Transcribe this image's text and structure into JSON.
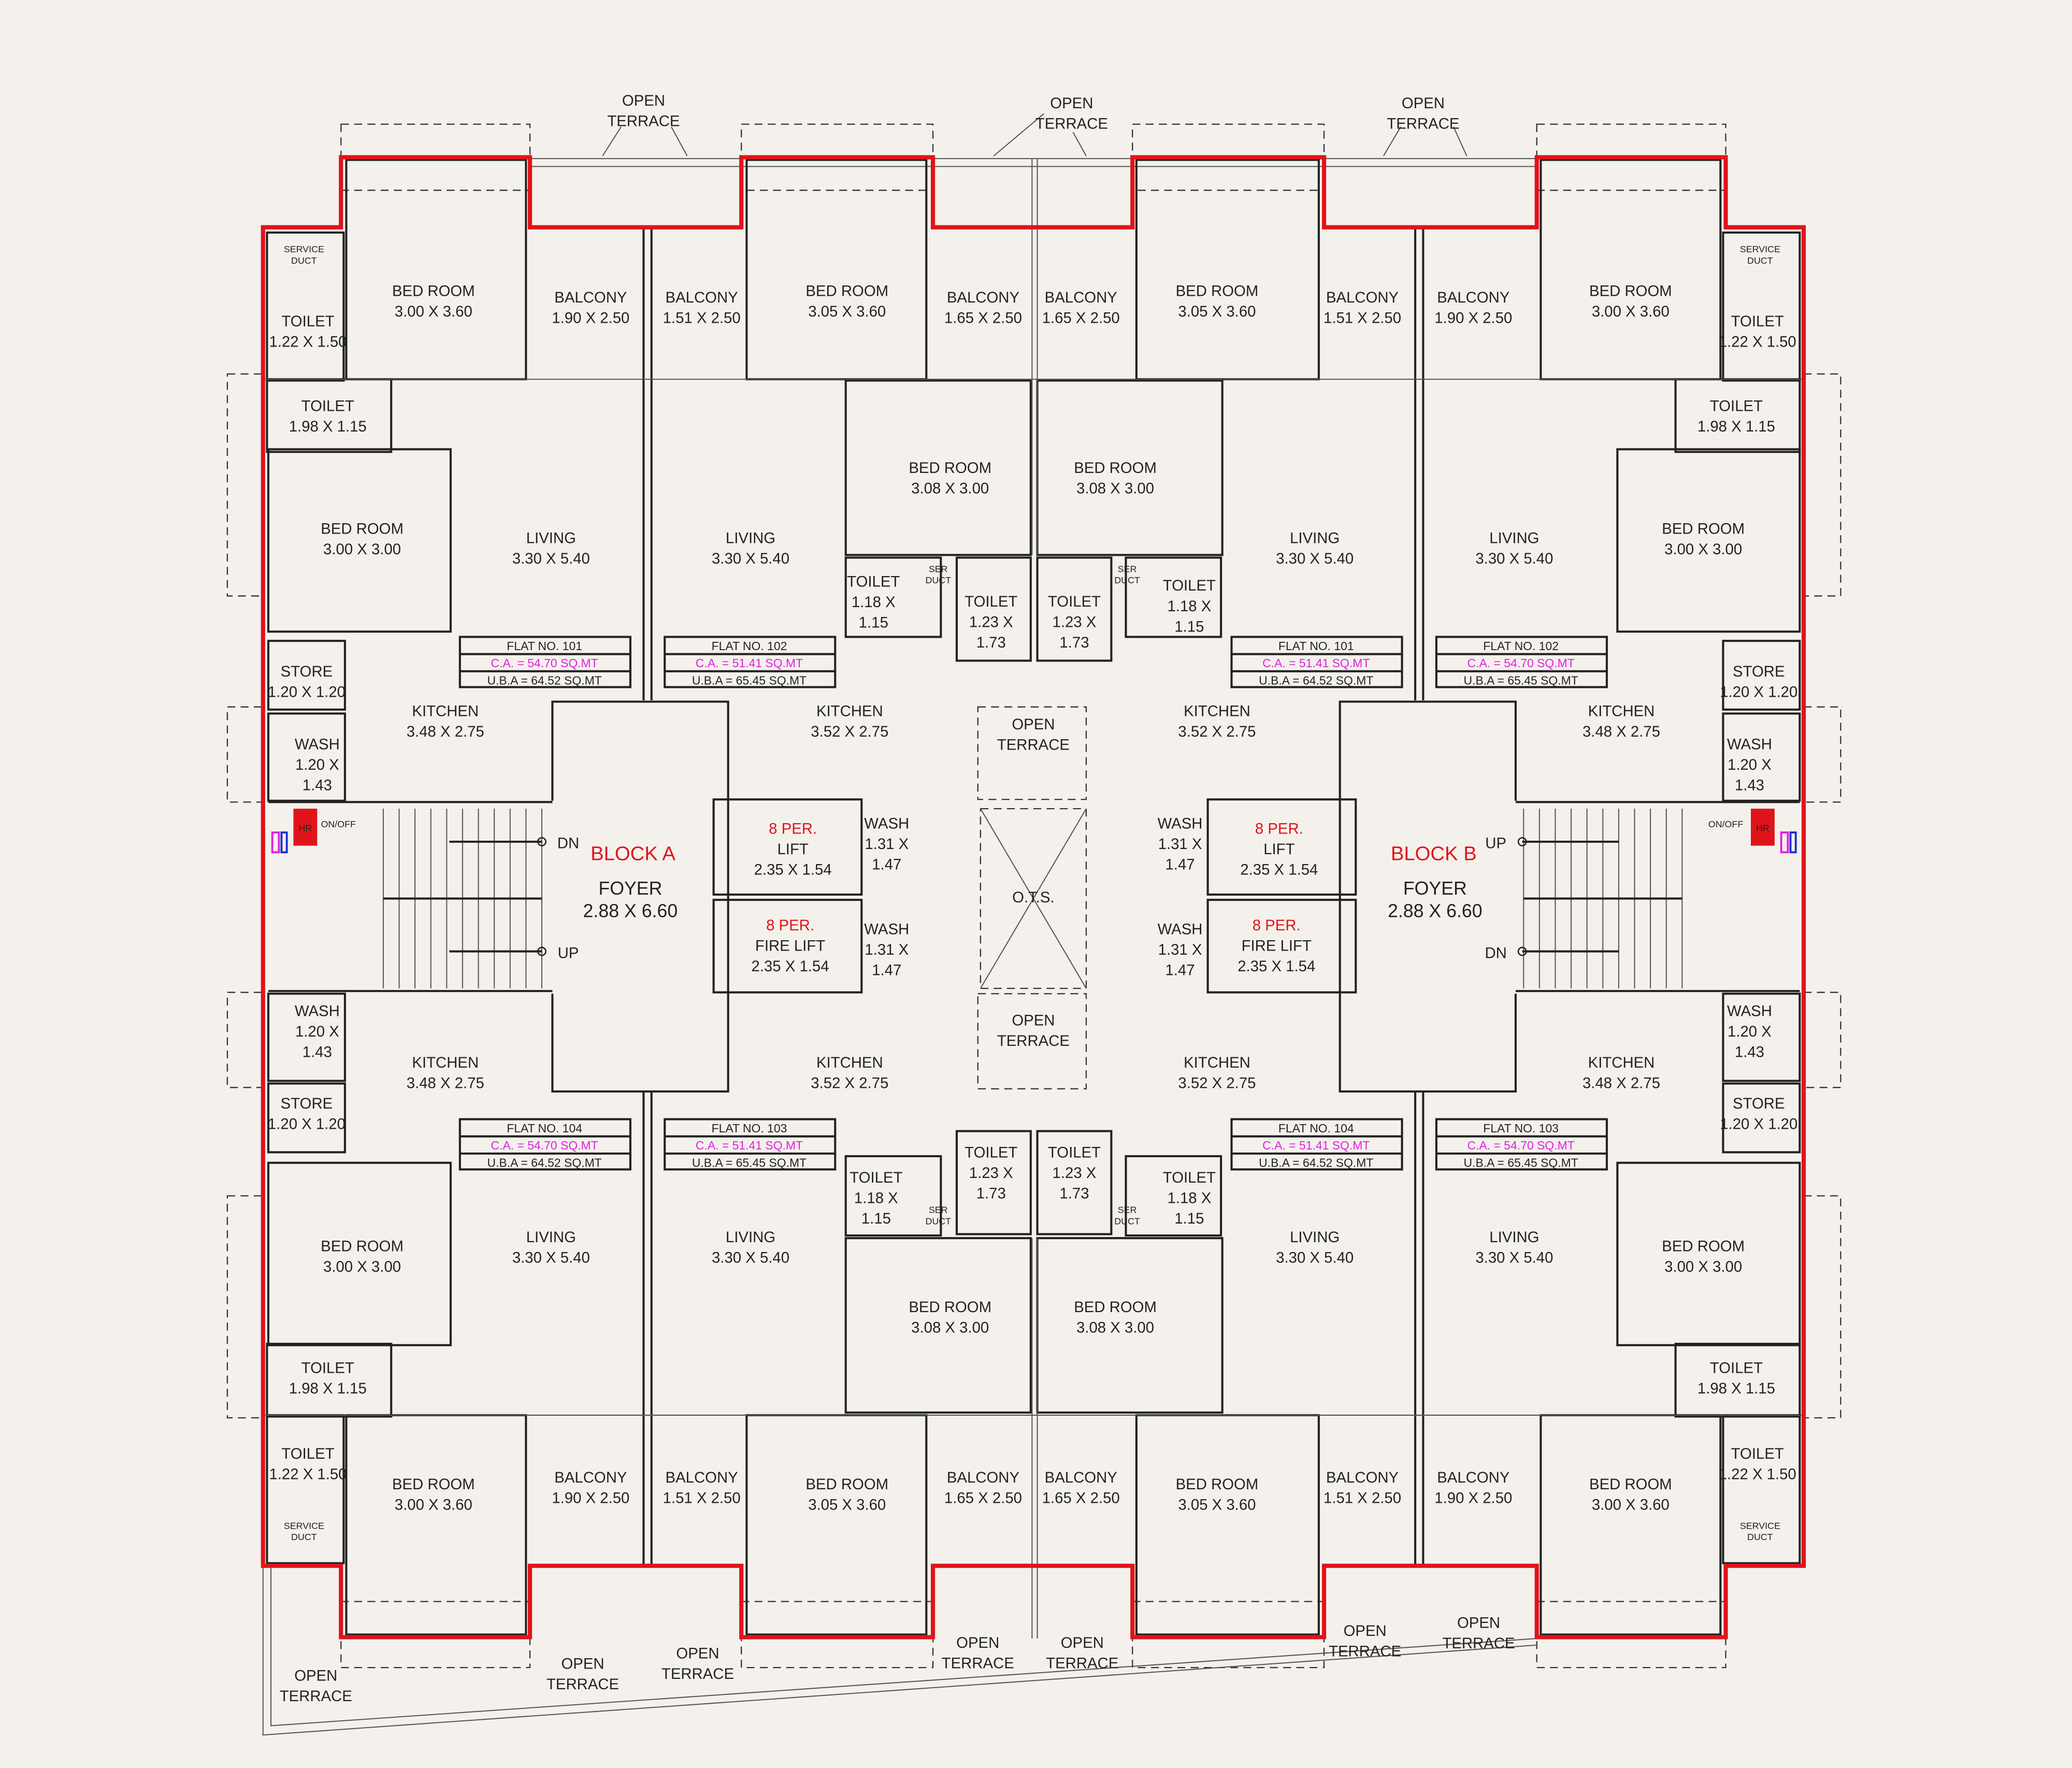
{
  "colors": {
    "outline": "#e0141b",
    "carpet_area": "#e020e0",
    "wall": "#222222",
    "background": "#f4f1ec"
  },
  "blocks": [
    {
      "name": "BLOCK A",
      "foyer": [
        "FOYER",
        "2.88 X 6.60"
      ],
      "stair_top": "DN",
      "stair_bottom": "UP",
      "switch": "ON/OFF",
      "hose_reel": "HR"
    },
    {
      "name": "BLOCK B",
      "foyer": [
        "FOYER",
        "2.88 X 6.60"
      ],
      "stair_top": "UP",
      "stair_bottom": "DN",
      "switch": "ON/OFF",
      "hose_reel": "HR"
    }
  ],
  "flats": [
    {
      "no": "FLAT NO. 101",
      "ca": "C.A.  = 54.70  SQ.MT",
      "uba": "U.B.A = 64.52  SQ.MT"
    },
    {
      "no": "FLAT NO. 102",
      "ca": "C.A.  = 51.41  SQ.MT",
      "uba": "U.B.A = 65.45 SQ.MT"
    },
    {
      "no": "FLAT NO. 101",
      "ca": "C.A.  = 51.41  SQ.MT",
      "uba": "U.B.A = 64.52  SQ.MT"
    },
    {
      "no": "FLAT NO. 102",
      "ca": "C.A.  = 54.70  SQ.MT",
      "uba": "U.B.A = 65.45 SQ.MT"
    },
    {
      "no": "FLAT NO. 104",
      "ca": "C.A.  = 54.70  SQ.MT",
      "uba": "U.B.A = 64.52 SQ.MT"
    },
    {
      "no": "FLAT NO. 103",
      "ca": "C.A.  = 51.41  SQ.MT",
      "uba": "U.B.A = 65.45 SQ.MT"
    },
    {
      "no": "FLAT NO. 104",
      "ca": "C.A.  = 51.41  SQ.MT",
      "uba": "U.B.A = 64.52 SQ.MT"
    },
    {
      "no": "FLAT NO. 103",
      "ca": "C.A.  = 54.70  SQ.MT",
      "uba": "U.B.A = 65.45 SQ.MT"
    }
  ],
  "rooms": [
    {
      "lines": [
        "OPEN",
        "TERRACE"
      ]
    },
    {
      "lines": [
        "OPEN",
        "TERRACE"
      ]
    },
    {
      "lines": [
        "OPEN",
        "TERRACE"
      ]
    },
    {
      "lines": [
        "BED ROOM",
        "3.00 X 3.60"
      ]
    },
    {
      "lines": [
        "TOILET",
        "1.22 X 1.50"
      ]
    },
    {
      "lines": [
        "BALCONY",
        "1.90 X 2.50"
      ]
    },
    {
      "lines": [
        "BALCONY",
        "1.51 X 2.50"
      ]
    },
    {
      "lines": [
        "BED ROOM",
        "3.05 X 3.60"
      ]
    },
    {
      "lines": [
        "BALCONY",
        "1.65 X 2.50"
      ]
    },
    {
      "lines": [
        "BALCONY",
        "1.65 X 2.50"
      ]
    },
    {
      "lines": [
        "BED ROOM",
        "3.05 X 3.60"
      ]
    },
    {
      "lines": [
        "BALCONY",
        "1.51 X 2.50"
      ]
    },
    {
      "lines": [
        "BALCONY",
        "1.90 X 2.50"
      ]
    },
    {
      "lines": [
        "BED ROOM",
        "3.00 X 3.60"
      ]
    },
    {
      "lines": [
        "TOILET",
        "1.22 X 1.50"
      ]
    },
    {
      "lines": [
        "TOILET",
        "1.98 X 1.15"
      ]
    },
    {
      "lines": [
        "TOILET",
        "1.98 X 1.15"
      ]
    },
    {
      "lines": [
        "BED ROOM",
        "3.00 X 3.00"
      ]
    },
    {
      "lines": [
        "BED ROOM",
        "3.00 X 3.00"
      ]
    },
    {
      "lines": [
        "LIVING",
        "3.30 X 5.40"
      ]
    },
    {
      "lines": [
        "LIVING",
        "3.30 X 5.40"
      ]
    },
    {
      "lines": [
        "LIVING",
        "3.30 X 5.40"
      ]
    },
    {
      "lines": [
        "LIVING",
        "3.30 X 5.40"
      ]
    },
    {
      "lines": [
        "BED ROOM",
        "3.08 X 3.00"
      ]
    },
    {
      "lines": [
        "BED ROOM",
        "3.08 X 3.00"
      ]
    },
    {
      "lines": [
        "TOILET",
        "1.18 X",
        "1.15"
      ]
    },
    {
      "lines": [
        "TOILET",
        "1.18 X",
        "1.15"
      ]
    },
    {
      "lines": [
        "TOILET",
        "1.23 X",
        "1.73"
      ]
    },
    {
      "lines": [
        "TOILET",
        "1.23 X",
        "1.73"
      ]
    },
    {
      "lines": [
        "STORE",
        "1.20 X 1.20"
      ]
    },
    {
      "lines": [
        "STORE",
        "1.20 X 1.20"
      ]
    },
    {
      "lines": [
        "KITCHEN",
        "3.48 X 2.75"
      ]
    },
    {
      "lines": [
        "KITCHEN",
        "3.52 X 2.75"
      ]
    },
    {
      "lines": [
        "KITCHEN",
        "3.52 X 2.75"
      ]
    },
    {
      "lines": [
        "KITCHEN",
        "3.48 X 2.75"
      ]
    },
    {
      "lines": [
        "WASH",
        "1.20 X",
        "1.43"
      ]
    },
    {
      "lines": [
        "WASH",
        "1.20 X",
        "1.43"
      ]
    },
    {
      "lines": [
        "OPEN",
        "TERRACE"
      ]
    },
    {
      "lines": [
        "8 PER.",
        "LIFT",
        "2.35 X 1.54"
      ]
    },
    {
      "lines": [
        "8 PER.",
        "FIRE LIFT",
        "2.35 X 1.54"
      ]
    },
    {
      "lines": [
        "8 PER.",
        "LIFT",
        "2.35 X 1.54"
      ]
    },
    {
      "lines": [
        "8 PER.",
        "FIRE LIFT",
        "2.35 X 1.54"
      ]
    },
    {
      "lines": [
        "WASH",
        "1.31 X",
        "1.47"
      ]
    },
    {
      "lines": [
        "WASH",
        "1.31 X",
        "1.47"
      ]
    },
    {
      "lines": [
        "WASH",
        "1.31 X",
        "1.47"
      ]
    },
    {
      "lines": [
        "WASH",
        "1.31 X",
        "1.47"
      ]
    },
    {
      "lines": [
        "O.T.S."
      ]
    },
    {
      "lines": [
        "OPEN",
        "TERRACE"
      ]
    },
    {
      "lines": [
        "WASH",
        "1.20 X",
        "1.43"
      ]
    },
    {
      "lines": [
        "WASH",
        "1.20 X",
        "1.43"
      ]
    },
    {
      "lines": [
        "KITCHEN",
        "3.48 X 2.75"
      ]
    },
    {
      "lines": [
        "KITCHEN",
        "3.52 X 2.75"
      ]
    },
    {
      "lines": [
        "KITCHEN",
        "3.52 X 2.75"
      ]
    },
    {
      "lines": [
        "KITCHEN",
        "3.48 X 2.75"
      ]
    },
    {
      "lines": [
        "STORE",
        "1.20 X 1.20"
      ]
    },
    {
      "lines": [
        "STORE",
        "1.20 X 1.20"
      ]
    },
    {
      "lines": [
        "TOILET",
        "1.18 X",
        "1.15"
      ]
    },
    {
      "lines": [
        "TOILET",
        "1.18 X",
        "1.15"
      ]
    },
    {
      "lines": [
        "TOILET",
        "1.23 X",
        "1.73"
      ]
    },
    {
      "lines": [
        "TOILET",
        "1.23 X",
        "1.73"
      ]
    },
    {
      "lines": [
        "BED ROOM",
        "3.00 X 3.00"
      ]
    },
    {
      "lines": [
        "BED ROOM",
        "3.00 X 3.00"
      ]
    },
    {
      "lines": [
        "LIVING",
        "3.30 X 5.40"
      ]
    },
    {
      "lines": [
        "LIVING",
        "3.30 X 5.40"
      ]
    },
    {
      "lines": [
        "LIVING",
        "3.30 X 5.40"
      ]
    },
    {
      "lines": [
        "LIVING",
        "3.30 X 5.40"
      ]
    },
    {
      "lines": [
        "BED ROOM",
        "3.08 X 3.00"
      ]
    },
    {
      "lines": [
        "BED ROOM",
        "3.08 X 3.00"
      ]
    },
    {
      "lines": [
        "TOILET",
        "1.98 X 1.15"
      ]
    },
    {
      "lines": [
        "TOILET",
        "1.98 X 1.15"
      ]
    },
    {
      "lines": [
        "TOILET",
        "1.22 X 1.50"
      ]
    },
    {
      "lines": [
        "TOILET",
        "1.22 X 1.50"
      ]
    },
    {
      "lines": [
        "BED ROOM",
        "3.00 X 3.60"
      ]
    },
    {
      "lines": [
        "BALCONY",
        "1.90 X 2.50"
      ]
    },
    {
      "lines": [
        "BALCONY",
        "1.51 X 2.50"
      ]
    },
    {
      "lines": [
        "BED ROOM",
        "3.05 X 3.60"
      ]
    },
    {
      "lines": [
        "BALCONY",
        "1.65 X 2.50"
      ]
    },
    {
      "lines": [
        "BALCONY",
        "1.65 X 2.50"
      ]
    },
    {
      "lines": [
        "BED ROOM",
        "3.05 X 3.60"
      ]
    },
    {
      "lines": [
        "BALCONY",
        "1.51 X 2.50"
      ]
    },
    {
      "lines": [
        "BALCONY",
        "1.90 X 2.50"
      ]
    },
    {
      "lines": [
        "BED ROOM",
        "3.00 X 3.60"
      ]
    },
    {
      "lines": [
        "OPEN",
        "TERRACE"
      ]
    },
    {
      "lines": [
        "OPEN",
        "TERRACE"
      ]
    },
    {
      "lines": [
        "OPEN",
        "TERRACE"
      ]
    },
    {
      "lines": [
        "OPEN",
        "TERRACE"
      ]
    },
    {
      "lines": [
        "OPEN",
        "TERRACE"
      ]
    },
    {
      "lines": [
        "OPEN",
        "TERRACE"
      ]
    },
    {
      "lines": [
        "OPEN",
        "TERRACE"
      ]
    }
  ],
  "ducts": [
    {
      "lines": [
        "SERVICE",
        "DUCT"
      ]
    },
    {
      "lines": [
        "SERVICE",
        "DUCT"
      ]
    },
    {
      "lines": [
        "SERVICE",
        "DUCT"
      ]
    },
    {
      "lines": [
        "SERVICE",
        "DUCT"
      ]
    },
    {
      "lines": [
        "SER",
        "DUCT"
      ]
    },
    {
      "lines": [
        "SER",
        "DUCT"
      ]
    },
    {
      "lines": [
        "SER",
        "DUCT"
      ]
    },
    {
      "lines": [
        "SER",
        "DUCT"
      ]
    }
  ]
}
